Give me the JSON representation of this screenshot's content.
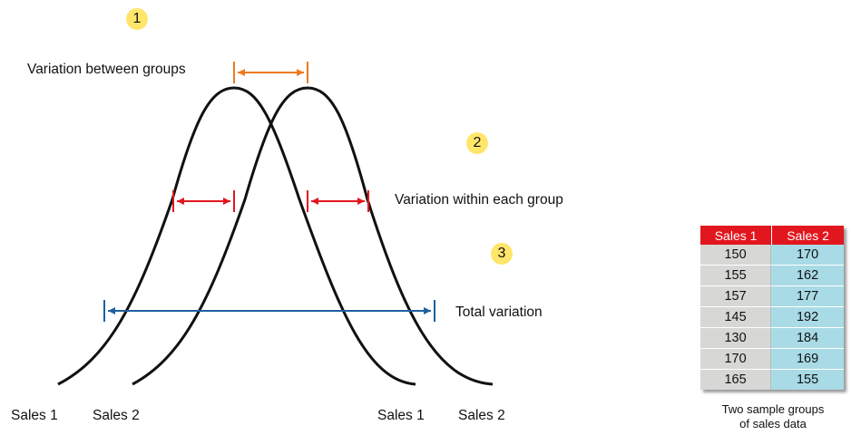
{
  "badges": [
    "1",
    "2",
    "3"
  ],
  "labels": {
    "between": "Variation between groups",
    "within": "Variation within each group",
    "total": "Total variation"
  },
  "curve_labels": {
    "left_sales1": "Sales 1",
    "left_sales2": "Sales 2",
    "right_sales1": "Sales 1",
    "right_sales2": "Sales 2"
  },
  "colors": {
    "between": "#ef7a22",
    "within": "#e2161e",
    "total": "#1f5fa0",
    "badge": "#ffe66a"
  },
  "table": {
    "headers": [
      "Sales 1",
      "Sales 2"
    ],
    "rows": [
      [
        "150",
        "170"
      ],
      [
        "155",
        "162"
      ],
      [
        "157",
        "177"
      ],
      [
        "145",
        "192"
      ],
      [
        "130",
        "184"
      ],
      [
        "170",
        "169"
      ],
      [
        "165",
        "155"
      ]
    ],
    "caption_line1": "Two sample groups",
    "caption_line2": "of sales data"
  }
}
